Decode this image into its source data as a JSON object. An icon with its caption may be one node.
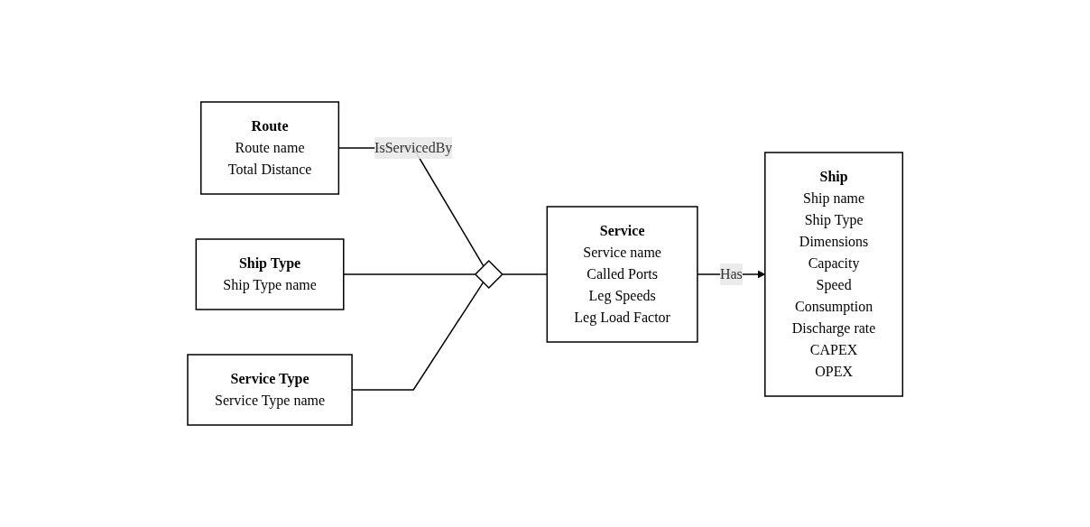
{
  "diagram": {
    "nodes": [
      {
        "text": [
          "Route",
          "Route name",
          "Total Distance"
        ]
      },
      {
        "text": [
          "Ship Type",
          "Ship Type name"
        ]
      },
      {
        "text": [],
        "shape": "diamond"
      },
      {
        "text": [
          "Service",
          "Service name",
          "Called Ports",
          "Leg Speeds",
          "Leg Load Factor"
        ]
      },
      {
        "text": [
          "Ship",
          "Ship name",
          "Ship Type",
          "Dimensions",
          "Capacity",
          "Speed",
          "Consumption",
          "Discharge rate",
          "CAPEX",
          "OPEX"
        ]
      },
      {
        "text": [
          "Service Type",
          "Service Type name"
        ]
      }
    ],
    "edges": [
      {
        "from": 0,
        "to": 2,
        "arrow": "none",
        "label": "IsServicedBy"
      },
      {
        "from": 1,
        "to": 2,
        "arrow": "none"
      },
      {
        "from": 5,
        "to": 2,
        "arrow": "none"
      },
      {
        "from": 2,
        "to": 3,
        "arrow": "none"
      },
      {
        "from": 3,
        "to": 4,
        "arrow": "to",
        "label": "Has"
      }
    ]
  }
}
